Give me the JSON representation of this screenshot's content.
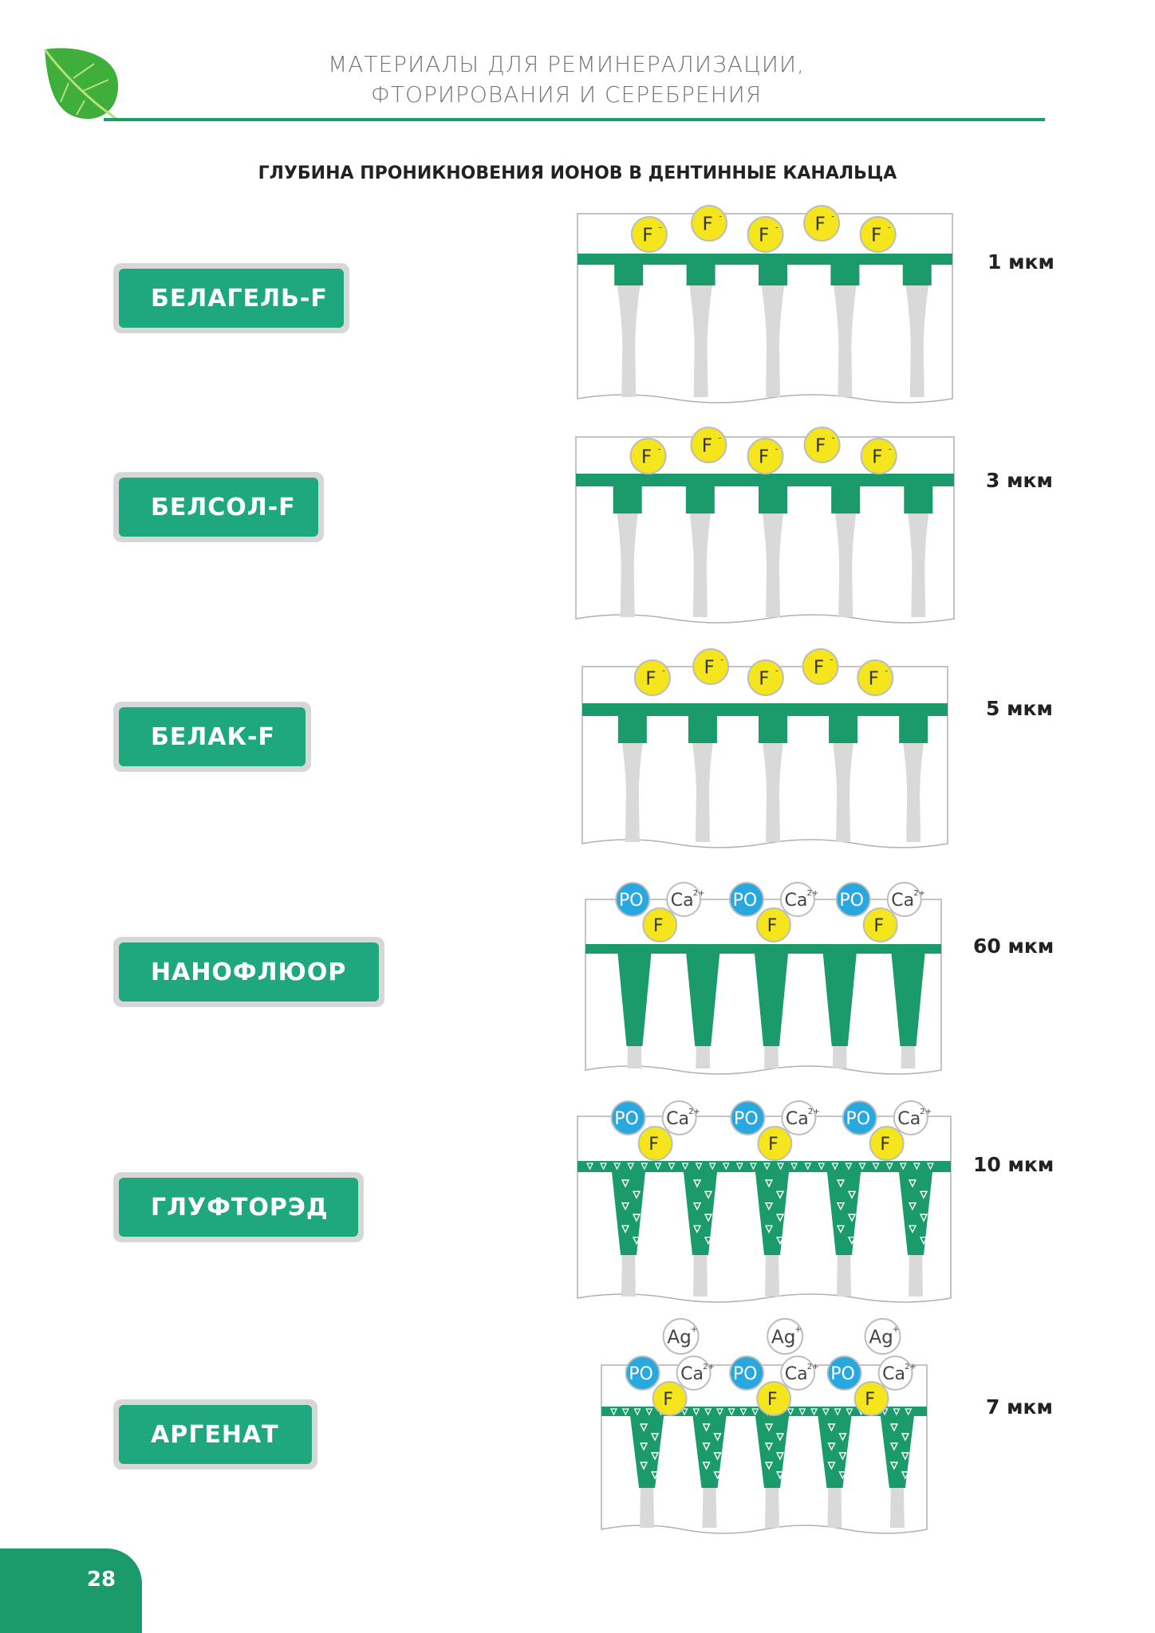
{
  "header": {
    "title_line1": "МАТЕРИАЛЫ ДЛЯ РЕМИНЕРАЛИЗАЦИИ,",
    "title_line2": "ФТОРИРОВАНИЯ И СЕРЕБРЕНИЯ",
    "logo_icon": "leaf-icon"
  },
  "section_title": "ГЛУБИНА ПРОНИКНОВЕНИЯ ИОНОВ В ДЕНТИННЫЕ КАНАЛЬЦА",
  "colors": {
    "brand_green": "#1b9b6b",
    "button_green": "#1fa87d",
    "fluoride_yellow": "#f4e51c",
    "phosphate_blue": "#29a8e0",
    "tubule_gray": "#d9d9d9"
  },
  "products": [
    {
      "name": "БЕЛАГЕЛЬ-F",
      "depth": "1 мкм",
      "ions": [
        "F-"
      ]
    },
    {
      "name": "БЕЛСОЛ-F",
      "depth": "3 мкм",
      "ions": [
        "F-"
      ]
    },
    {
      "name": "БЕЛАК-F",
      "depth": "5 мкм",
      "ions": [
        "F-"
      ]
    },
    {
      "name": "НАНОФЛЮОР",
      "depth": "60 мкм",
      "ions": [
        "PO",
        "Ca2+",
        "F-"
      ]
    },
    {
      "name": "ГЛУФТОРЭД",
      "depth": "10 мкм",
      "ions": [
        "PO",
        "Ca2+",
        "F-"
      ]
    },
    {
      "name": "АРГЕНАТ",
      "depth": "7 мкм",
      "ions": [
        "Ag+",
        "PO",
        "Ca2+",
        "F-"
      ]
    }
  ],
  "ion_labels": {
    "F": "F",
    "F_sup": "-",
    "PO": "PO",
    "Ca": "Ca",
    "Ca_sup": "2+",
    "Ag": "Ag",
    "Ag_sup": "+"
  },
  "page_number": "28"
}
